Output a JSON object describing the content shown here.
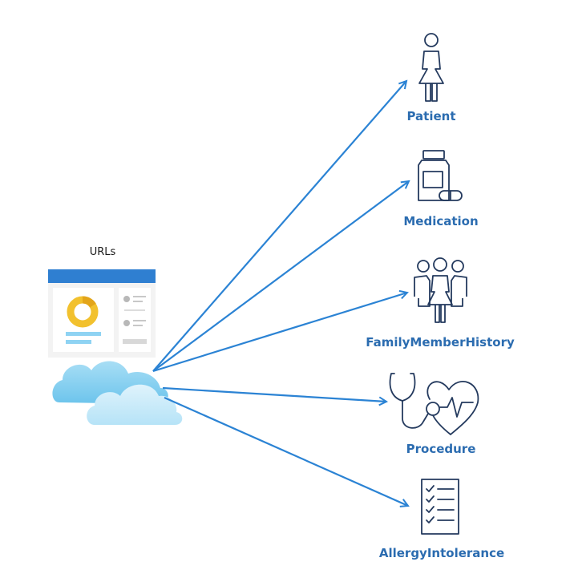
{
  "source": {
    "label": "URLs",
    "icon": "dashboard-cloud-icon"
  },
  "resources": [
    {
      "label": "Patient",
      "icon": "patient-icon"
    },
    {
      "label": "Medication",
      "icon": "medication-icon"
    },
    {
      "label": "FamilyMemberHistory",
      "icon": "family-icon"
    },
    {
      "label": "Procedure",
      "icon": "stethoscope-heart-icon"
    },
    {
      "label": "AllergyIntolerance",
      "icon": "checklist-icon"
    }
  ],
  "colors": {
    "arrow": "#2b83d4",
    "label": "#2b6cb0",
    "icon_stroke": "#243a5e",
    "header_bar": "#2f7fd1",
    "donut_yellow": "#f2c12e",
    "cloud_light": "#d4eefa",
    "cloud_dark": "#8ad1f0"
  }
}
